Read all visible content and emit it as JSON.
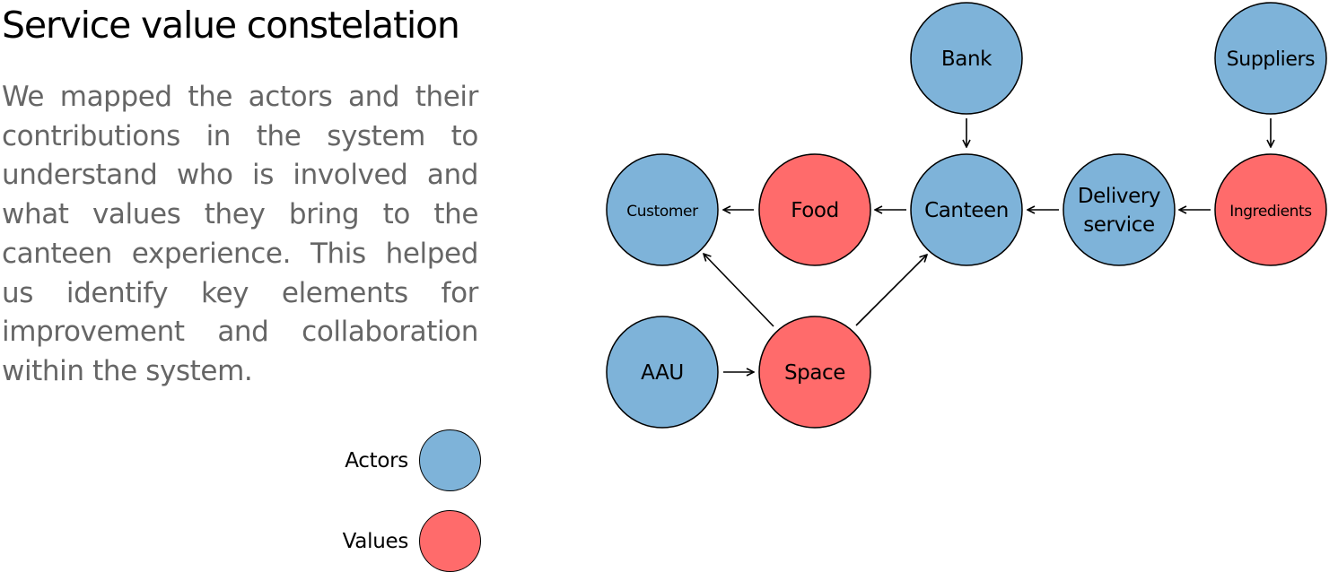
{
  "title": "Service value constelation",
  "description": "We mapped the actors and their contributions in the system to understand who is involved and what values they bring to the canteen experience. This helped us identify key elements for improvement and collaboration within the system.",
  "colors": {
    "actor": "#7EB3D9",
    "value": "#FF6B6B"
  },
  "legend": {
    "actors_label": "Actors",
    "values_label": "Values"
  },
  "nodes": {
    "bank": {
      "label": "Bank",
      "kind": "actor"
    },
    "suppliers": {
      "label": "Suppliers",
      "kind": "actor"
    },
    "customer": {
      "label": "Customer",
      "kind": "actor"
    },
    "food": {
      "label": "Food",
      "kind": "value"
    },
    "canteen": {
      "label": "Canteen",
      "kind": "actor"
    },
    "delivery": {
      "label": "Delivery service",
      "label_lines": [
        "Delivery",
        "service"
      ],
      "kind": "actor"
    },
    "ingredients": {
      "label": "Ingredients",
      "kind": "value"
    },
    "aau": {
      "label": "AAU",
      "kind": "actor"
    },
    "space": {
      "label": "Space",
      "kind": "value"
    }
  },
  "edges": [
    {
      "from": "Bank",
      "to": "Canteen"
    },
    {
      "from": "Suppliers",
      "to": "Ingredients"
    },
    {
      "from": "Ingredients",
      "to": "Delivery service"
    },
    {
      "from": "Delivery service",
      "to": "Canteen"
    },
    {
      "from": "Canteen",
      "to": "Food"
    },
    {
      "from": "Food",
      "to": "Customer"
    },
    {
      "from": "AAU",
      "to": "Space"
    },
    {
      "from": "Space",
      "to": "Customer"
    },
    {
      "from": "Space",
      "to": "Canteen"
    }
  ]
}
